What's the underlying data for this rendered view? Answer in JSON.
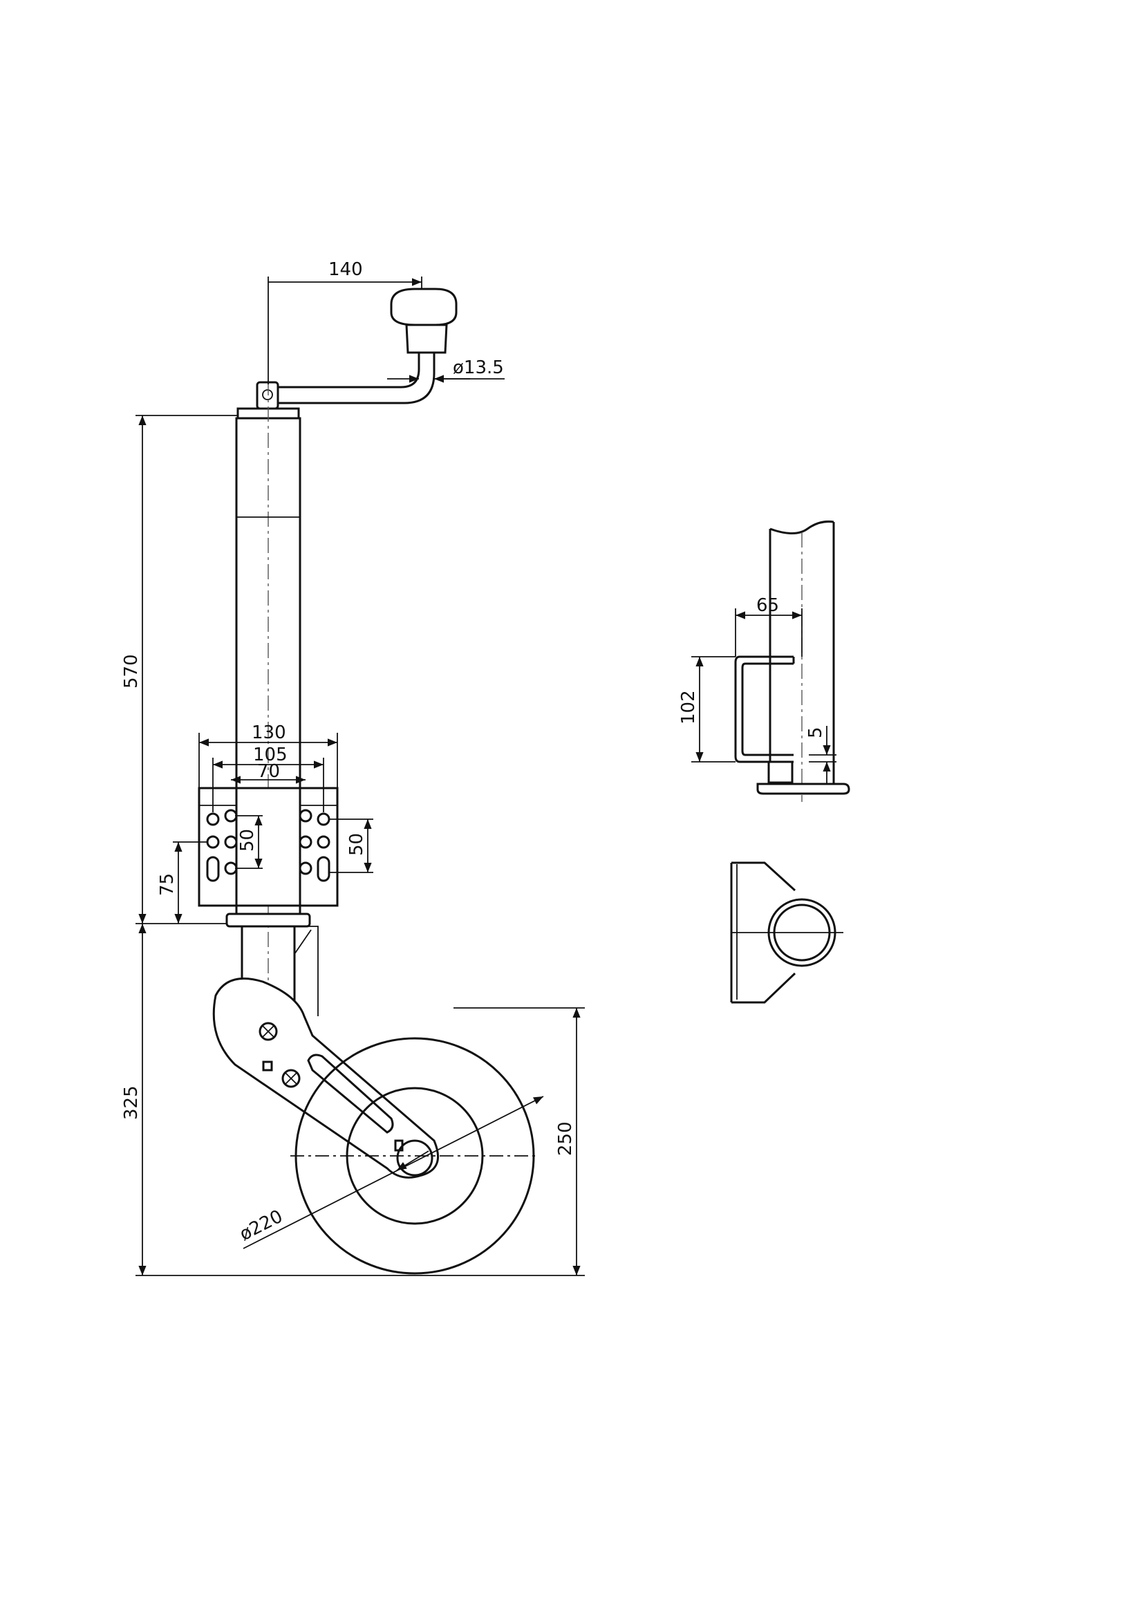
{
  "dimensions": {
    "handle_reach": "140",
    "handle_rod_diameter": "ø13.5",
    "upper_tube_height": "570",
    "clamp_outer_width": "130",
    "clamp_hole_spacing": "105",
    "tube_diameter": "70",
    "hole_vertical_left": "50",
    "hole_vertical_right": "50",
    "clamp_height": "75",
    "wheel_section_height": "325",
    "wheel_height": "250",
    "wheel_diameter": "ø220",
    "side_bracket_depth": "65",
    "side_bracket_height": "102",
    "side_plate_thickness": "5"
  },
  "colors": {
    "line": "#111111",
    "paper": "#ffffff",
    "centerline": "#555555"
  }
}
